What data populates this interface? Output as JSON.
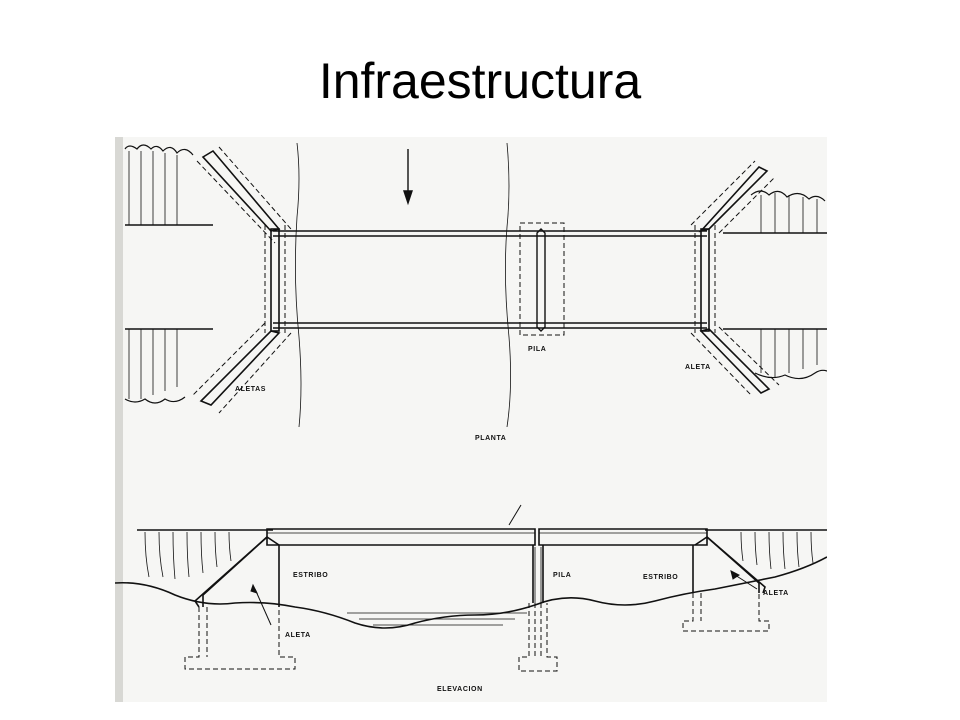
{
  "slide": {
    "title": "Infraestructura"
  },
  "figure": {
    "plan": {
      "labels": {
        "aletas": "ALETAS",
        "pila": "PILA",
        "aleta": "ALETA",
        "planta": "PLANTA"
      }
    },
    "elevation": {
      "labels": {
        "estribo_left": "ESTRIBO",
        "pila": "PILA",
        "estribo_right": "ESTRIBO",
        "aleta_right": "ALETA",
        "aleta_left": "ALETA",
        "elevacion": "ELEVACION"
      }
    }
  }
}
